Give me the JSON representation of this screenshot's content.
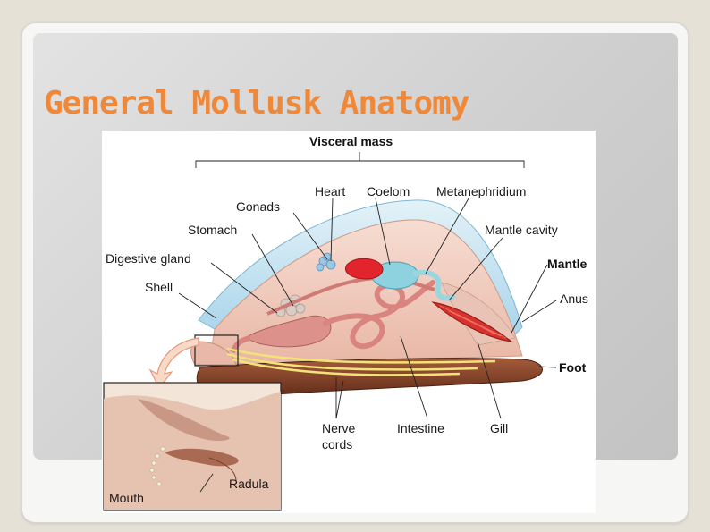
{
  "slide": {
    "title": "General Mollusk Anatomy"
  },
  "diagram": {
    "labels": {
      "visceral_mass": "Visceral mass",
      "heart": "Heart",
      "coelom": "Coelom",
      "metanephridium": "Metanephridium",
      "gonads": "Gonads",
      "stomach": "Stomach",
      "mantle_cavity": "Mantle cavity",
      "digestive_gland": "Digestive gland",
      "mantle": "Mantle",
      "shell": "Shell",
      "anus": "Anus",
      "foot": "Foot",
      "nerve_line1": "Nerve",
      "nerve_line2": "cords",
      "intestine": "Intestine",
      "gill": "Gill",
      "radula": "Radula",
      "mouth": "Mouth"
    },
    "colors": {
      "title": "#f0883a",
      "foot": "#7a3a22",
      "body": "#f2cfc2",
      "shell": "#bfe0ee",
      "nerves": "#f2e27a",
      "gut": "#d98a84",
      "heart": "#e2252d",
      "coelom": "#8fd2df",
      "gill": "#d8322c"
    }
  }
}
